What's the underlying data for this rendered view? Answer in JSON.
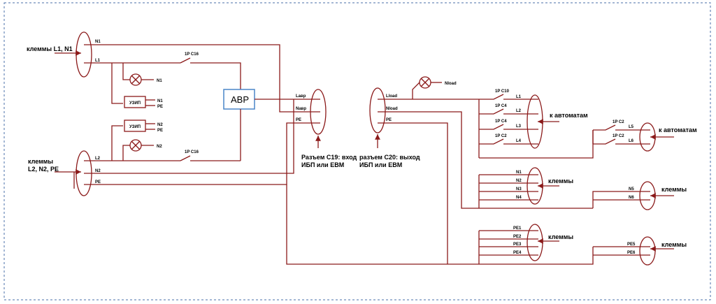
{
  "colors": {
    "wire": "#8b1a1a",
    "avr_border": "#4a86c8",
    "frame": "#4a6fa8"
  },
  "input_terminals": {
    "top": {
      "label": "клеммы L1, N1",
      "line1": "N1",
      "line2": "L1"
    },
    "bottom": {
      "label_line1": "клеммы",
      "label_line2": "L2, N2, PE",
      "line1": "L2",
      "line2": "N2",
      "line3": "PE"
    }
  },
  "breakers": {
    "input1": "1P C16",
    "input2": "1P C16"
  },
  "lamps": {
    "n1": "N1",
    "n2": "N2",
    "nload": "Nload"
  },
  "uzip1": {
    "name": "УЗИП",
    "t1": "N1",
    "t2": "PE"
  },
  "uzip2": {
    "name": "УЗИП",
    "t1": "N2",
    "t2": "PE"
  },
  "avr": {
    "label": "АВР"
  },
  "c19": {
    "l1": "Lавр",
    "l2": "Nавр",
    "l3": "PE",
    "caption_line1": "Разъем С19: вход",
    "caption_line2": "ИБП или ЕВМ"
  },
  "c20": {
    "l1": "Lload",
    "l2": "Nload",
    "l3": "PE",
    "caption_line1": "разъем С20: выход",
    "caption_line2": "ИБП или ЕВМ"
  },
  "group_breakers": {
    "b1": "1P C10",
    "b2": "1P C4",
    "b3": "1P C4",
    "b4": "1P C2",
    "b5": "1P C2",
    "b6": "1P C2"
  },
  "groups": {
    "g1": {
      "lines": [
        "L1",
        "L2",
        "L3",
        "L4"
      ],
      "label": "к автоматам"
    },
    "g2": {
      "lines": [
        "L5",
        "L6"
      ],
      "label": "к автоматам"
    },
    "g3": {
      "lines": [
        "N1",
        "N2",
        "N3",
        "N4"
      ],
      "label": "клеммы"
    },
    "g4": {
      "lines": [
        "N5",
        "N6"
      ],
      "label": "клеммы"
    },
    "g5": {
      "lines": [
        "PE1",
        "PE2",
        "PE3",
        "PE4"
      ],
      "label": "клеммы"
    },
    "g6": {
      "lines": [
        "PE5",
        "PE6"
      ],
      "label": "клеммы"
    }
  }
}
